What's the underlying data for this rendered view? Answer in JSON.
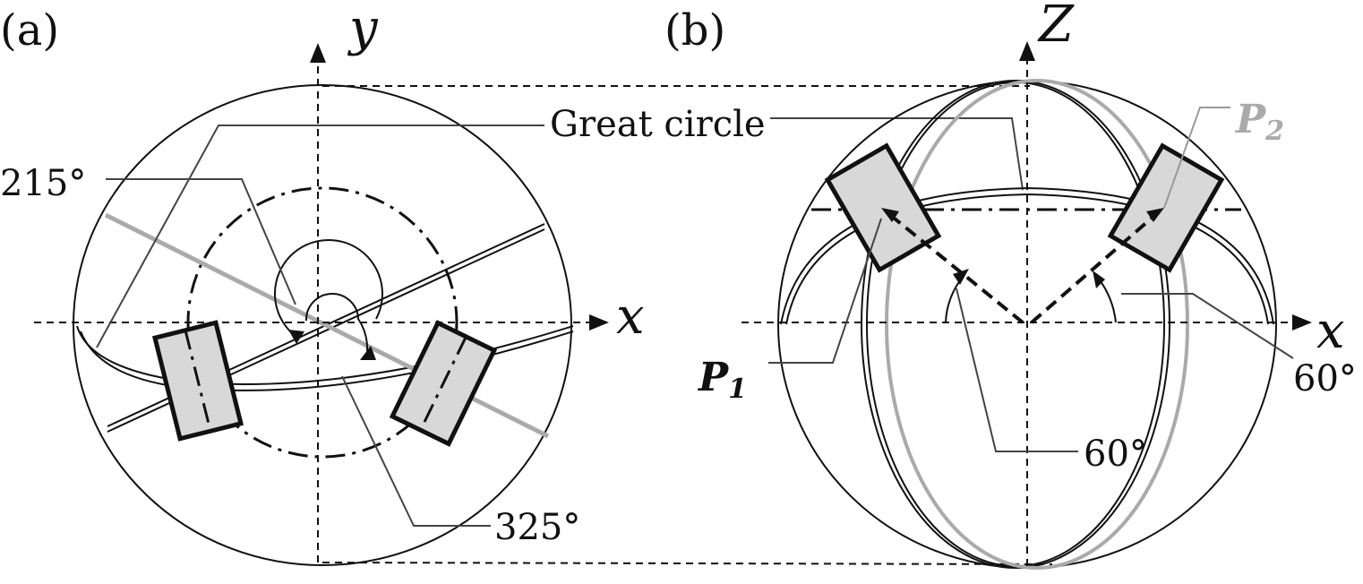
{
  "panels": {
    "a": {
      "label": "(a)",
      "axis_y": "y",
      "axis_x": "x",
      "angle_1": "215°",
      "angle_2": "325°",
      "great_circle_label": "Great circle"
    },
    "b": {
      "label": "(b)",
      "axis_z": "Z",
      "axis_x": "x",
      "point_1": "P",
      "point_1_sub": "1",
      "point_2": "P",
      "point_2_sub": "2",
      "angle_left": "60°",
      "angle_right": "60°"
    }
  },
  "colors": {
    "line": "#111111",
    "box_fill": "#d8d8d8",
    "gray": "#aaaaaa"
  }
}
